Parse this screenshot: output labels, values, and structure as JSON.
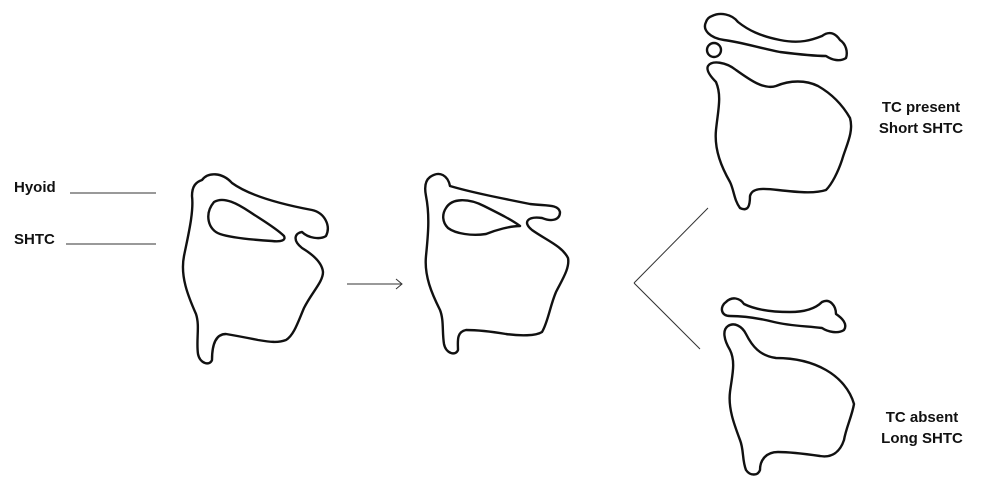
{
  "labels": {
    "hyoid": "Hyoid",
    "shtc": "SHTC"
  },
  "outcomes": {
    "present": {
      "line1": "TC present",
      "line2": "Short SHTC"
    },
    "absent": {
      "line1": "TC absent",
      "line2": "Long SHTC"
    }
  },
  "colors": {
    "outline": "#111111",
    "leader": "#333333",
    "background": "#ffffff"
  }
}
